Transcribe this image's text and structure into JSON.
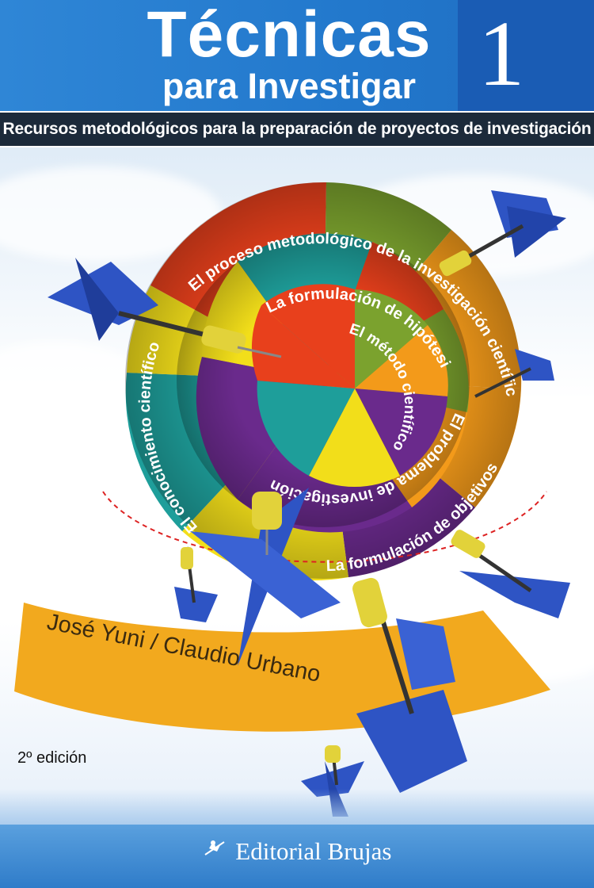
{
  "book": {
    "title": "Técnicas",
    "title_line2": "para Investigar",
    "volume": "1",
    "subtitle": "Recursos metodológicos para la preparación de proyectos de investigación",
    "authors": "José Yuni / Claudio Urbano",
    "edition": "2º edición",
    "publisher": "Editorial Brujas"
  },
  "rings": {
    "outer": [
      "El proceso metodológico de la investigación científica",
      "El conocimiento científico",
      "La formulación de objetivos"
    ],
    "middle": [
      "La formulación de hipótesis",
      "El problema de investigación"
    ],
    "center": "El método científico"
  },
  "icons": [
    "dart-icon",
    "witch-logo-icon"
  ],
  "colors": {
    "header_blue": "#2278cc",
    "subtitle_bar": "#1c2a3a",
    "red": "#e8401c",
    "orange": "#f39a1a",
    "green": "#7ba22e",
    "teal": "#1e9e9a",
    "purple": "#6a2a8c",
    "yellow": "#f2de1a",
    "band_orange": "#f2a91e",
    "dart_blue": "#2e54c4"
  }
}
